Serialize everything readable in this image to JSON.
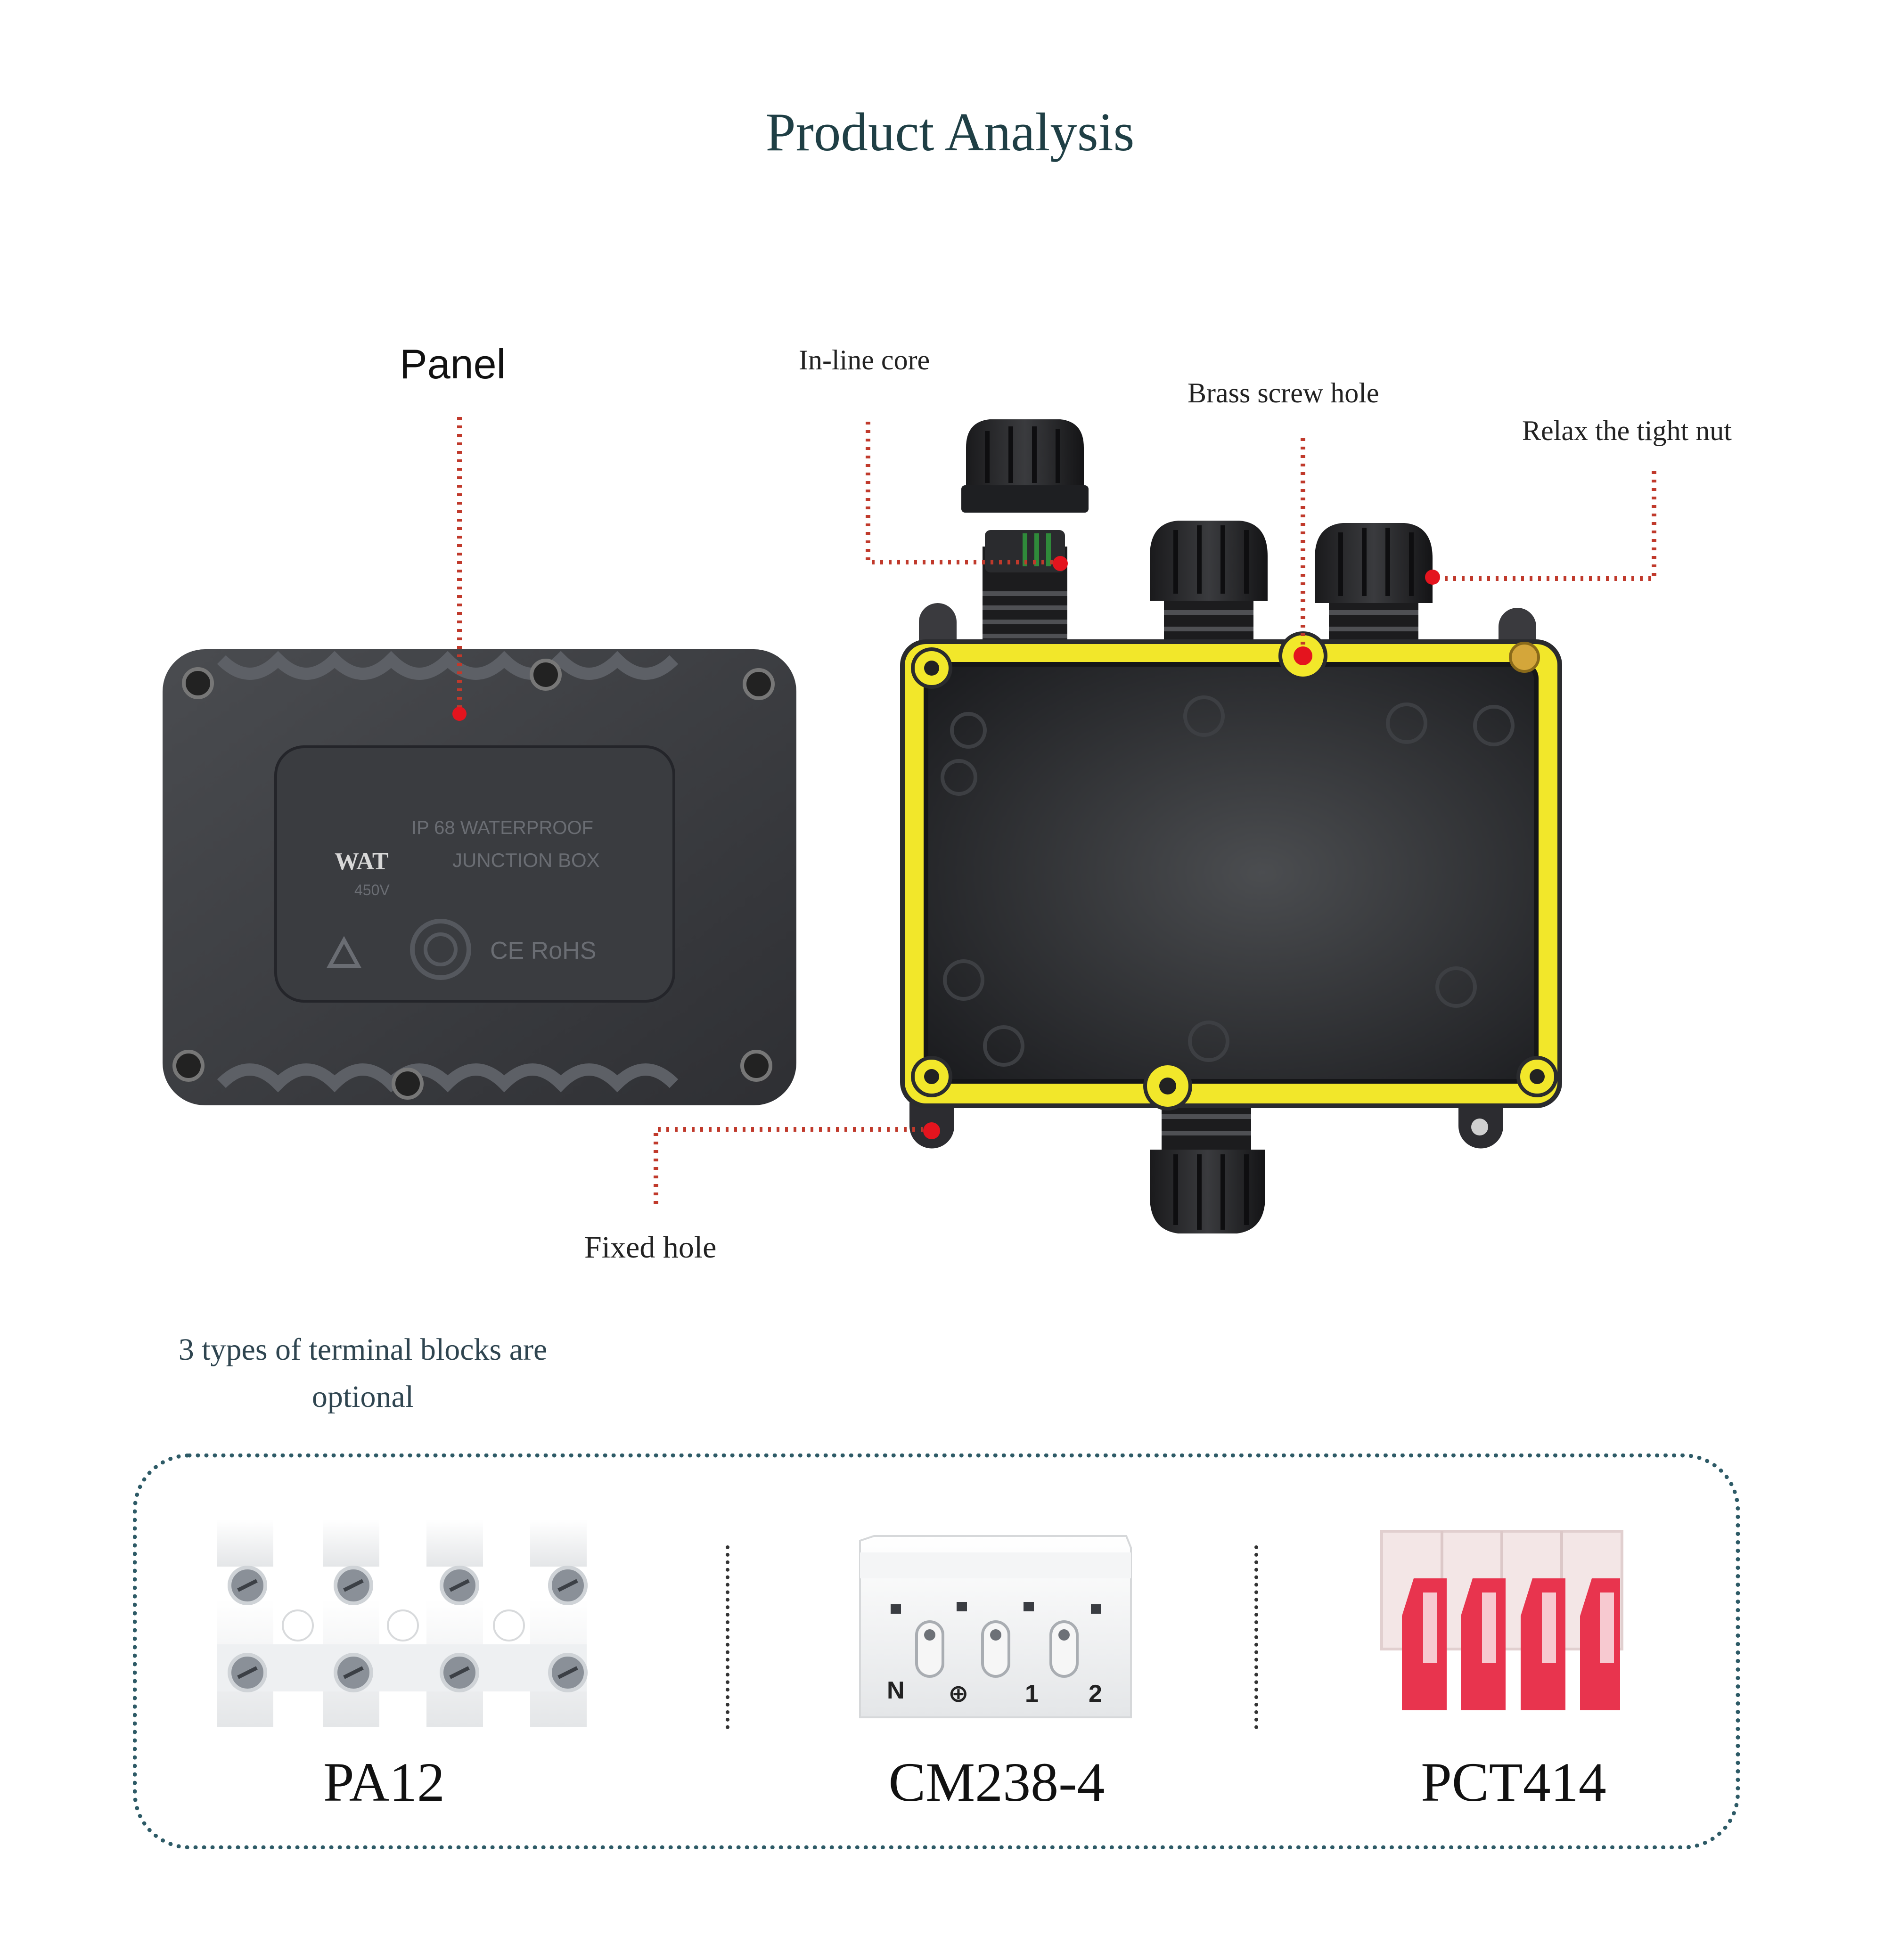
{
  "title": "Product Analysis",
  "callouts": {
    "panel": "Panel",
    "in_line_core": "In-line core",
    "brass_screw_hole": "Brass screw hole",
    "relax_nut": "Relax the tight nut",
    "fixed_hole": "Fixed hole"
  },
  "panel_markings": {
    "brand": "WAT",
    "line1": "IP 68 WATERPROOF",
    "line2": "JUNCTION BOX",
    "line3": "450V",
    "line4": "CE RoHS"
  },
  "terminal_section": {
    "heading_line1": "3 types of terminal blocks are",
    "heading_line2": "optional",
    "models": [
      "PA12",
      "CM238-4",
      "PCT414"
    ],
    "cm238_labels": [
      "N",
      "⊕",
      "1",
      "2"
    ]
  },
  "colors": {
    "title": "#1f3f45",
    "leader_dots": "#c0392b",
    "marker_red": "#e4141e",
    "gasket_yellow": "#f2e72a",
    "frame_dots": "#2d5a66",
    "pct_red": "#e8344e"
  }
}
